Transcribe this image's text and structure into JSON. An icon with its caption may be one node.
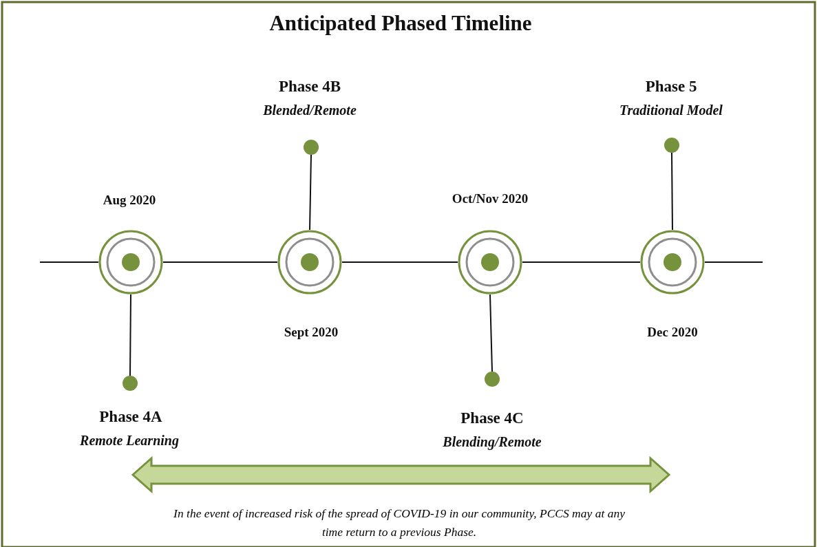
{
  "diagram": {
    "title": "Anticipated Phased Timeline",
    "caption": "In the event of increased risk of the spread of COVID-19 in our community, PCCS may at any time return to a previous Phase.",
    "nodes": [
      {
        "text": [],
        "shape": "circle",
        "beside": [
          "Aug 2020"
        ]
      },
      {
        "text": [],
        "shape": "circle",
        "beside": [
          "Sept 2020"
        ]
      },
      {
        "text": [],
        "shape": "circle",
        "beside": [
          "Oct/Nov 2020"
        ]
      },
      {
        "text": [],
        "shape": "circle",
        "beside": [
          "Dec 2020"
        ]
      },
      {
        "text": [],
        "shape": "circle",
        "beside": [
          "Phase 4A",
          "Remote Learning"
        ]
      },
      {
        "text": [],
        "shape": "circle",
        "beside": [
          "Phase 4B",
          "Blended/Remote"
        ]
      },
      {
        "text": [],
        "shape": "circle",
        "beside": [
          "Phase 4C",
          "Blending/Remote"
        ]
      },
      {
        "text": [],
        "shape": "circle",
        "beside": [
          "Phase 5",
          "Traditional Model"
        ]
      }
    ],
    "edges": [
      {
        "from": null,
        "to": 0,
        "arrow": "none"
      },
      {
        "from": 0,
        "to": 1,
        "arrow": "none"
      },
      {
        "from": 1,
        "to": 2,
        "arrow": "none"
      },
      {
        "from": 2,
        "to": 3,
        "arrow": "none"
      },
      {
        "from": 3,
        "to": null,
        "arrow": "none"
      },
      {
        "from": 0,
        "to": 4,
        "arrow": "none"
      },
      {
        "from": 1,
        "to": 5,
        "arrow": "none"
      },
      {
        "from": 2,
        "to": 6,
        "arrow": "none"
      },
      {
        "from": 3,
        "to": 7,
        "arrow": "none"
      }
    ]
  }
}
